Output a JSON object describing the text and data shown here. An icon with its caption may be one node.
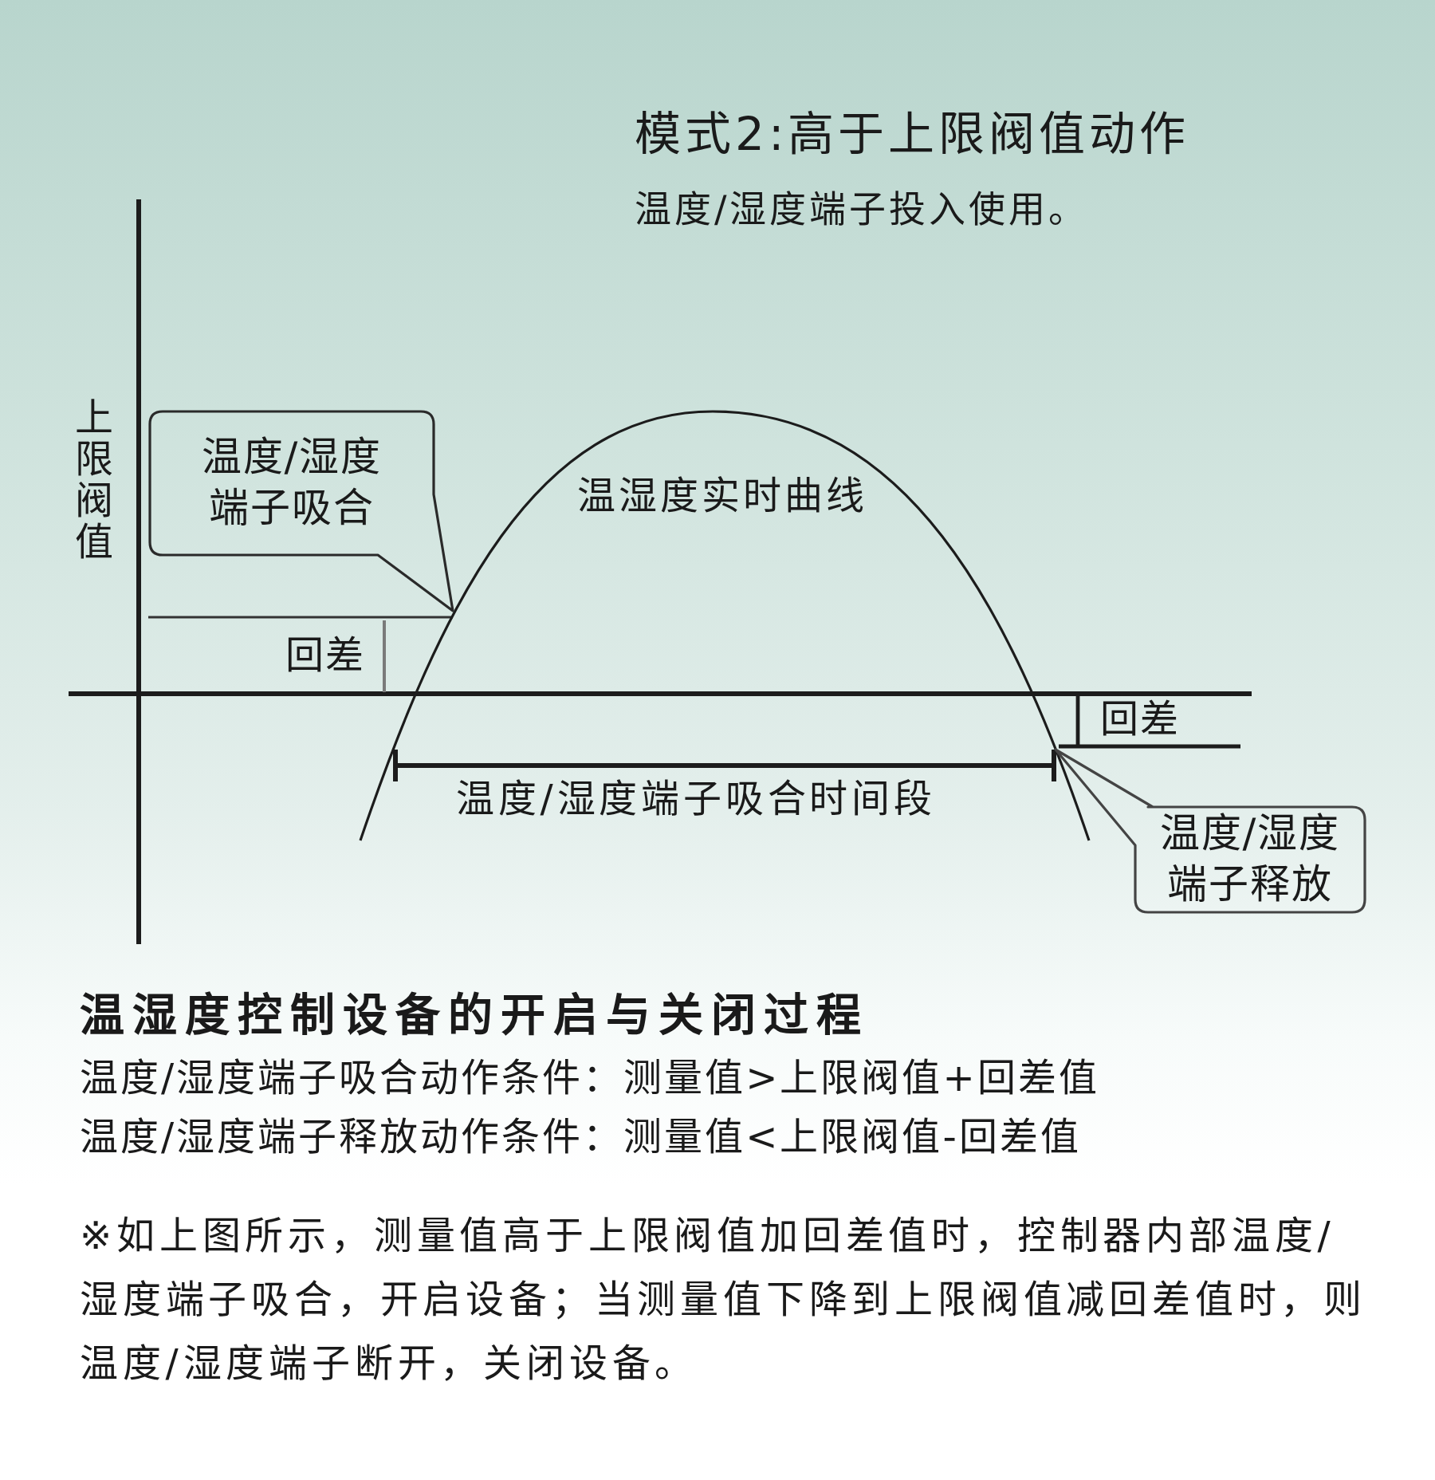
{
  "diagram": {
    "title": "模式2:高于上限阀值动作",
    "nodes": [
      {
        "text": [
          "温度/湿度端子吸合"
        ]
      },
      {
        "text": [
          "温度/湿度端子释放"
        ]
      }
    ],
    "labels": [
      "温度/湿度端子投入使用。",
      "上限阀值",
      "温湿度实时曲线",
      "回差",
      "回差",
      "温度/湿度端子吸合时间段",
      "温湿度控制设备的开启与关闭过程",
      "温度/湿度端子吸合动作条件：测量值>上限阀值+回差值",
      "温度/湿度端子释放动作条件：测量值<上限阀值-回差值",
      "※如上图所示，测量值高于上限阀值加回差值时，控制器内部温度/湿度端子吸合，开启设备；当测量值下降到上限阀值减回差值时，则温度/湿度端子断开，关闭设备。"
    ]
  }
}
